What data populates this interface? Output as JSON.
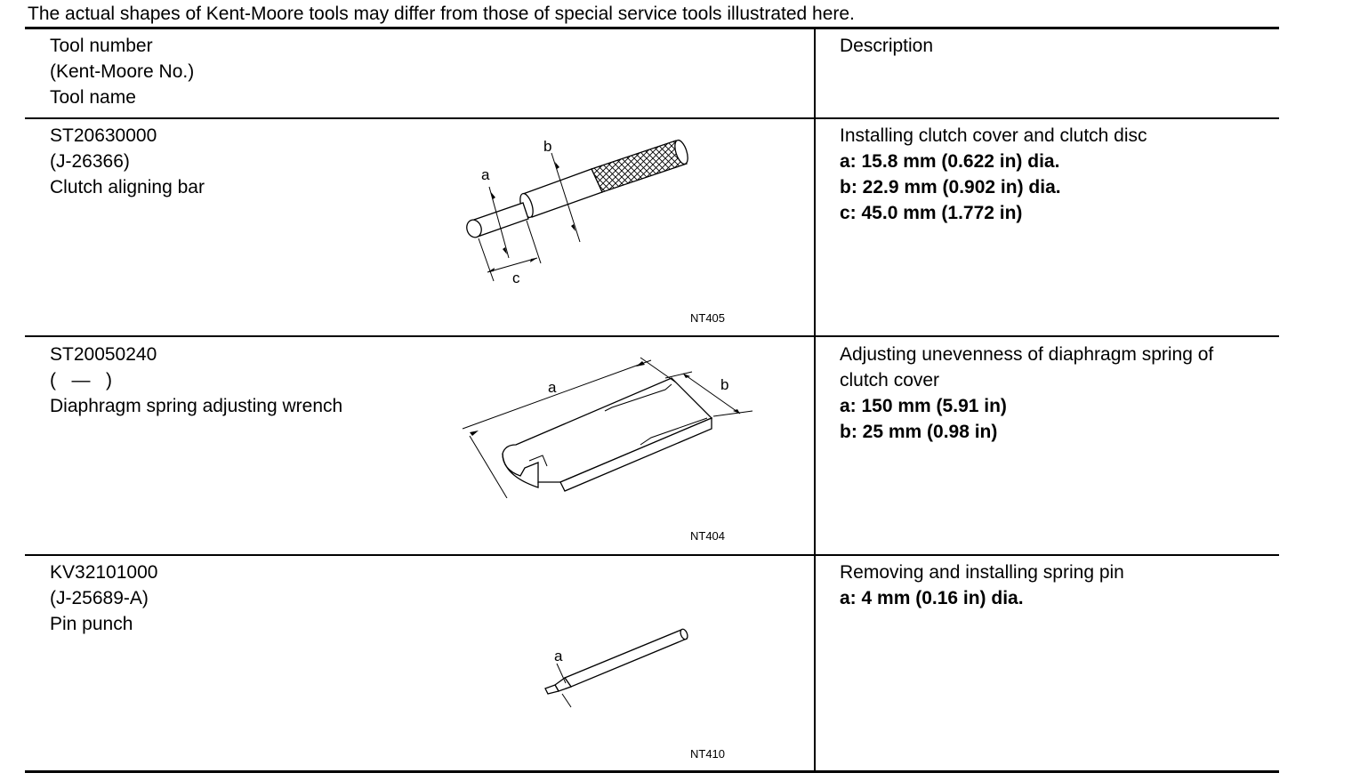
{
  "note": "The actual shapes of Kent-Moore tools may differ from those of special service tools illustrated here.",
  "header": {
    "tool_lines": [
      "Tool number",
      "(Kent-Moore No.)",
      "Tool name"
    ],
    "description": "Description"
  },
  "rows": [
    {
      "tool_number": "ST20630000",
      "kent_moore": "(J-26366)",
      "tool_name": "Clutch aligning bar",
      "figure_code": "NT405",
      "figure_labels": {
        "a": "a",
        "b": "b",
        "c": "c"
      },
      "description": "Installing clutch cover and clutch disc",
      "specs": [
        "a: 15.8 mm (0.622 in) dia.",
        "b: 22.9 mm (0.902 in) dia.",
        "c: 45.0 mm (1.772 in)"
      ]
    },
    {
      "tool_number": "ST20050240",
      "kent_moore": "(   —   )",
      "tool_name": "Diaphragm spring adjusting wrench",
      "figure_code": "NT404",
      "figure_labels": {
        "a": "a",
        "b": "b"
      },
      "description_lines": [
        "Adjusting unevenness of diaphragm spring of",
        "clutch cover"
      ],
      "specs": [
        "a: 150 mm (5.91 in)",
        "b: 25 mm (0.98 in)"
      ]
    },
    {
      "tool_number": "KV32101000",
      "kent_moore": "(J-25689-A)",
      "tool_name": "Pin punch",
      "figure_code": "NT410",
      "figure_labels": {
        "a": "a"
      },
      "description": "Removing and installing spring pin",
      "specs": [
        "a: 4 mm (0.16 in) dia."
      ]
    }
  ]
}
